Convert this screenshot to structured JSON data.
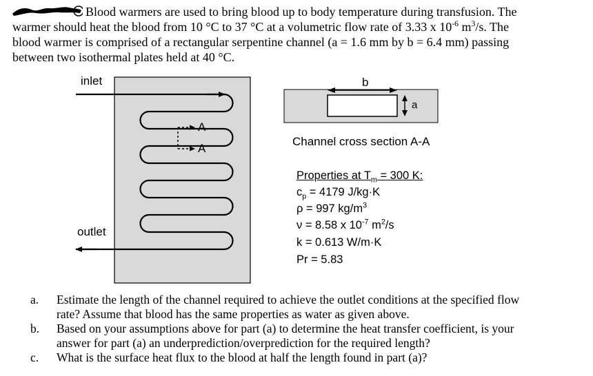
{
  "problem": {
    "lines": [
      "Blood warmers are used to bring blood up to body temperature during transfusion.  The",
      "warmer should heat the blood from 10 °C to 37 °C at a volumetric flow rate of 3.33 x 10",
      "blood warmer is comprised of a rectangular serpentine channel (a = 1.6 mm by b = 6.4 mm) passing",
      "between two isothermal plates held at 40 °C."
    ],
    "flow_exponent": "-6",
    "flow_unit": " m",
    "flow_unit_exp": "3",
    "flow_tail": "/s.  The"
  },
  "figure": {
    "inlet_label": "inlet",
    "outlet_label": "outlet",
    "section_label_top": "A",
    "section_label_bottom": "A",
    "b_label": "b",
    "a_label": "a",
    "cross_section_caption": "Channel cross section A-A",
    "properties": {
      "heading_pre": "Properties at T",
      "heading_sub": "m",
      "heading_post": " = 300 K:",
      "cp_pre": "c",
      "cp_sub": "p",
      "cp_post": " = 4179 J/kg·K",
      "rho": "ρ = 997 kg/m",
      "rho_exp": "3",
      "nu_pre": "ν = 8.58 x 10",
      "nu_exp": "-7",
      "nu_mid": " m",
      "nu_exp2": "2",
      "nu_post": "/s",
      "k": "k = 0.613 W/m·K",
      "pr": "Pr = 5.83"
    },
    "colors": {
      "plate": "#d9d9d9",
      "outline": "#000000"
    }
  },
  "questions": [
    {
      "mark": "a.",
      "lines": [
        "Estimate the length of the channel required to achieve the outlet conditions at the specified flow",
        "rate?  Assume that blood has the same properties as water as given above."
      ]
    },
    {
      "mark": "b.",
      "lines": [
        "Based on your assumptions above for part (a) to determine the heat transfer coefficient, is your",
        "answer for part (a) an underprediction/overprediction for the required length?"
      ]
    },
    {
      "mark": "c.",
      "lines": [
        "What is the surface heat flux to the blood at half the length found in part (a)?"
      ]
    }
  ]
}
